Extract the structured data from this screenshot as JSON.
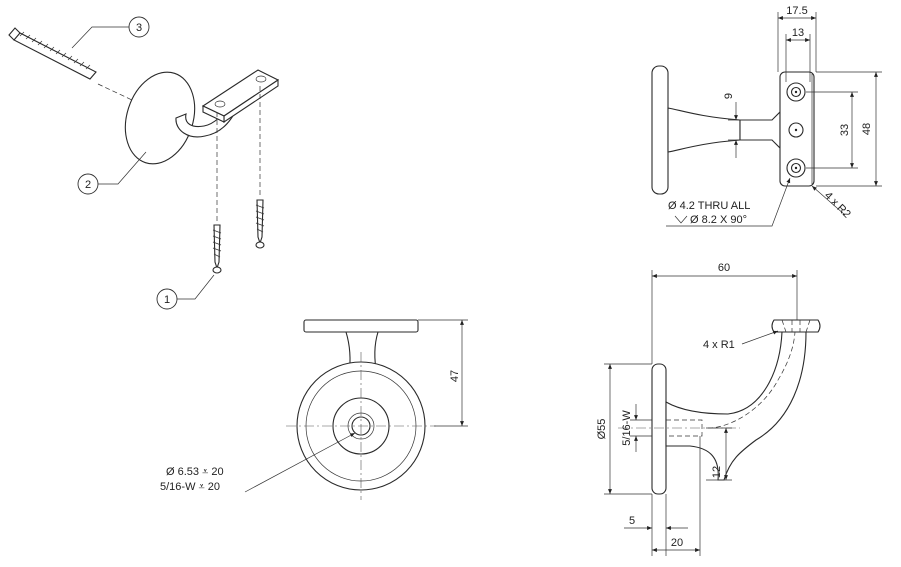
{
  "balloons": {
    "b1": "1",
    "b2": "2",
    "b3": "3"
  },
  "top_view": {
    "dim_overall_width": "17.5",
    "dim_inner_width": "13",
    "dim_thickness": "9",
    "dim_hole_spacing": "33",
    "dim_overall_height": "48",
    "hole_callout_1": "Ø 4.2 THRU ALL",
    "hole_callout_2": "Ø 8.2 X 90°",
    "corner_radius": "4 x R2"
  },
  "front_view": {
    "dim_height": "47",
    "tap_callout_1": "Ø 6.53 ⩡ 20",
    "tap_callout_2": "5/16-W ⩡ 20"
  },
  "side_view": {
    "dim_reach": "60",
    "dim_radius": "4 x R1",
    "dim_diameter": "Ø55",
    "dim_thread": "5/16-W",
    "dim_offset": "12",
    "dim_flange": "5",
    "dim_depth": "20"
  }
}
